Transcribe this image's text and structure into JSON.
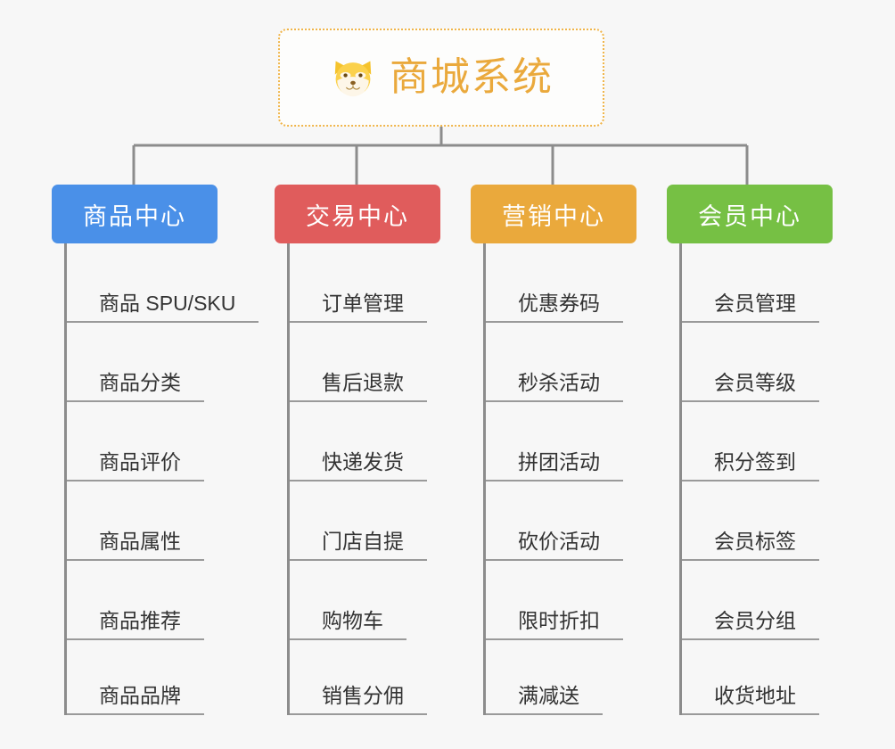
{
  "root": {
    "title": "商城系统",
    "icon": "shiba-dog-icon",
    "border_color": "#f0b54a",
    "text_color": "#eaa93c",
    "background": "#fdfdfc"
  },
  "canvas": {
    "background": "#f7f7f7",
    "connector_color": "#8c8c8c",
    "underline_color": "#9a9a9a",
    "leaf_text_color": "#333333"
  },
  "columns": [
    {
      "title": "商品中心",
      "color": "#4a90e8",
      "items": [
        "商品 SPU/SKU",
        "商品分类",
        "商品评价",
        "商品属性",
        "商品推荐",
        "商品品牌"
      ]
    },
    {
      "title": "交易中心",
      "color": "#e05c5c",
      "items": [
        "订单管理",
        "售后退款",
        "快递发货",
        "门店自提",
        "购物车",
        "销售分佣"
      ]
    },
    {
      "title": "营销中心",
      "color": "#eaa93c",
      "items": [
        "优惠券码",
        "秒杀活动",
        "拼团活动",
        "砍价活动",
        "限时折扣",
        "满减送"
      ]
    },
    {
      "title": "会员中心",
      "color": "#76c044",
      "items": [
        "会员管理",
        "会员等级",
        "积分签到",
        "会员标签",
        "会员分组",
        "收货地址"
      ]
    }
  ]
}
